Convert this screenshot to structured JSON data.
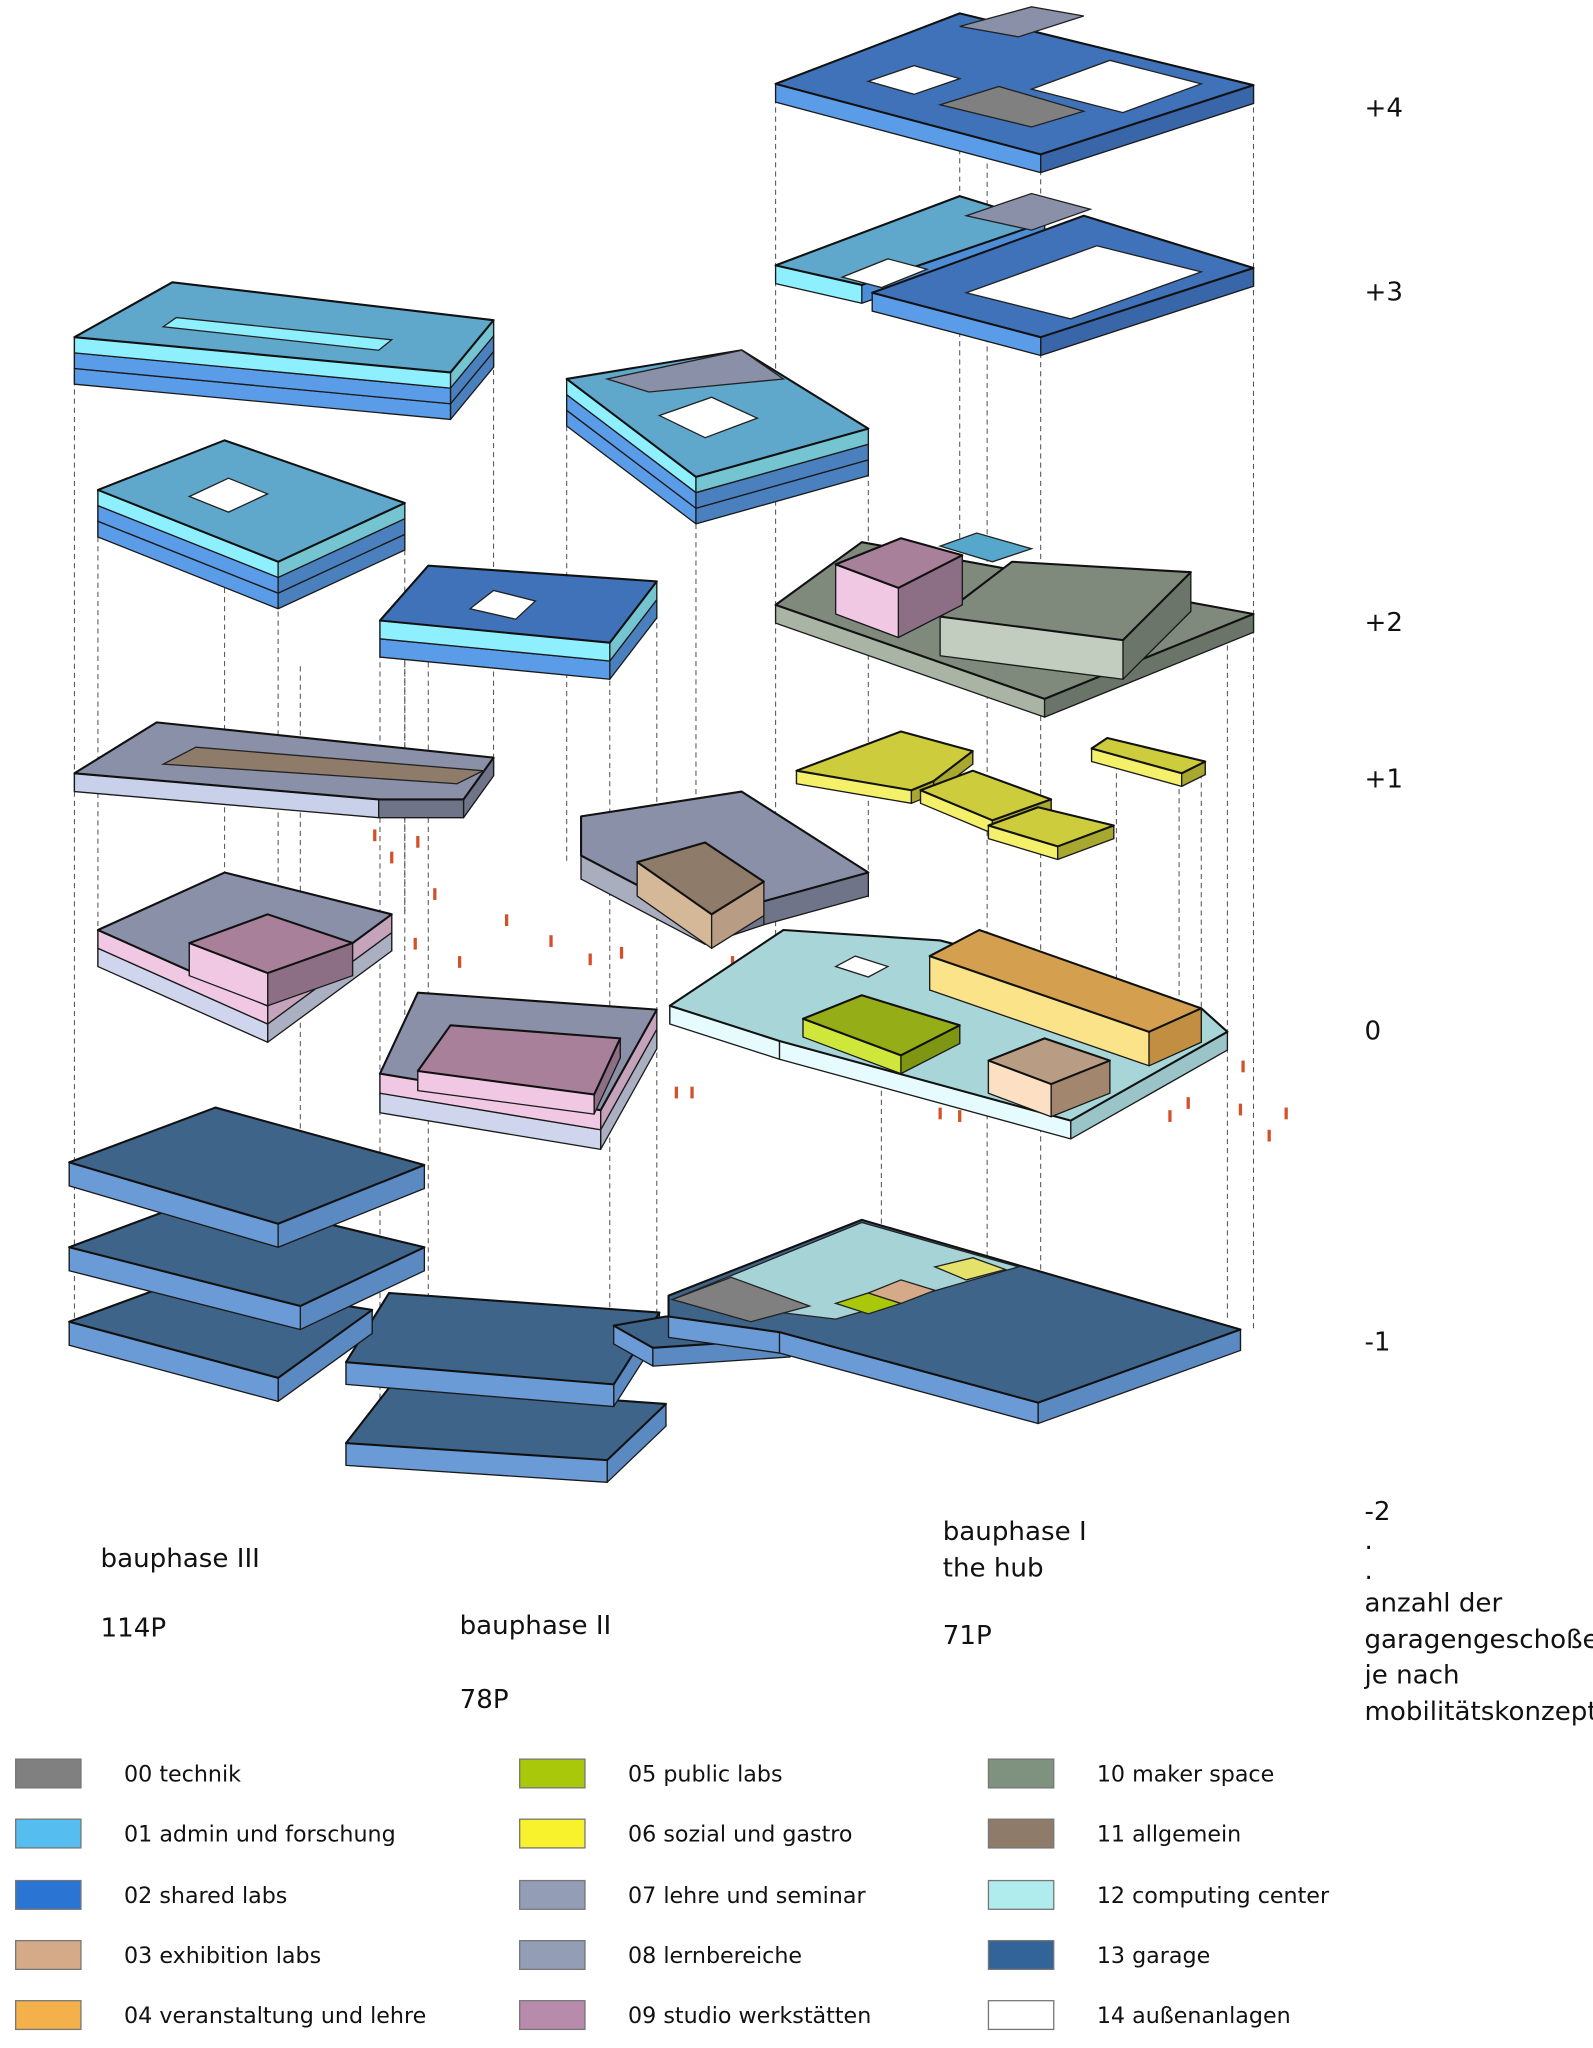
{
  "levels": {
    "l4": "+4",
    "l3": "+3",
    "l2": "+2",
    "l1": "+1",
    "l0": "0",
    "lm1": "-1",
    "lm2": "-2"
  },
  "garage_note": {
    "dot1": ".",
    "dot2": ".",
    "lines": [
      "anzahl der",
      "garagengeschoße",
      "je nach",
      "mobilitätskonzept"
    ]
  },
  "phases": [
    {
      "title": "bauphase III",
      "subtitle": "",
      "parking": "114P"
    },
    {
      "title": "bauphase II",
      "subtitle": "",
      "parking": "78P"
    },
    {
      "title": "bauphase I",
      "subtitle": "the hub",
      "parking": "71P"
    }
  ],
  "legend": [
    {
      "label": "00 technik",
      "color": "#808080"
    },
    {
      "label": "01 admin und forschung",
      "color": "#55bdf0"
    },
    {
      "label": "02 shared labs",
      "color": "#2a74d4"
    },
    {
      "label": "03 exhibition labs",
      "color": "#d4aa88"
    },
    {
      "label": "04 veranstaltung und lehre",
      "color": "#f4b04a"
    },
    {
      "label": "05 public labs",
      "color": "#a9c80a"
    },
    {
      "label": "06 sozial und gastro",
      "color": "#f8f22c"
    },
    {
      "label": "07 lehre und seminar",
      "color": "#939db6"
    },
    {
      "label": "08 lernbereiche",
      "color": "#939db6"
    },
    {
      "label": "09 studio werkstätten",
      "color": "#b88aab"
    },
    {
      "label": "10 maker space",
      "color": "#7f927f"
    },
    {
      "label": "11 allgemein",
      "color": "#8e7b69"
    },
    {
      "label": "12 computing center",
      "color": "#b0ecee"
    },
    {
      "label": "13 garage",
      "color": "#336499"
    },
    {
      "label": "14 außenanlagen",
      "color": "#ffffff"
    }
  ]
}
